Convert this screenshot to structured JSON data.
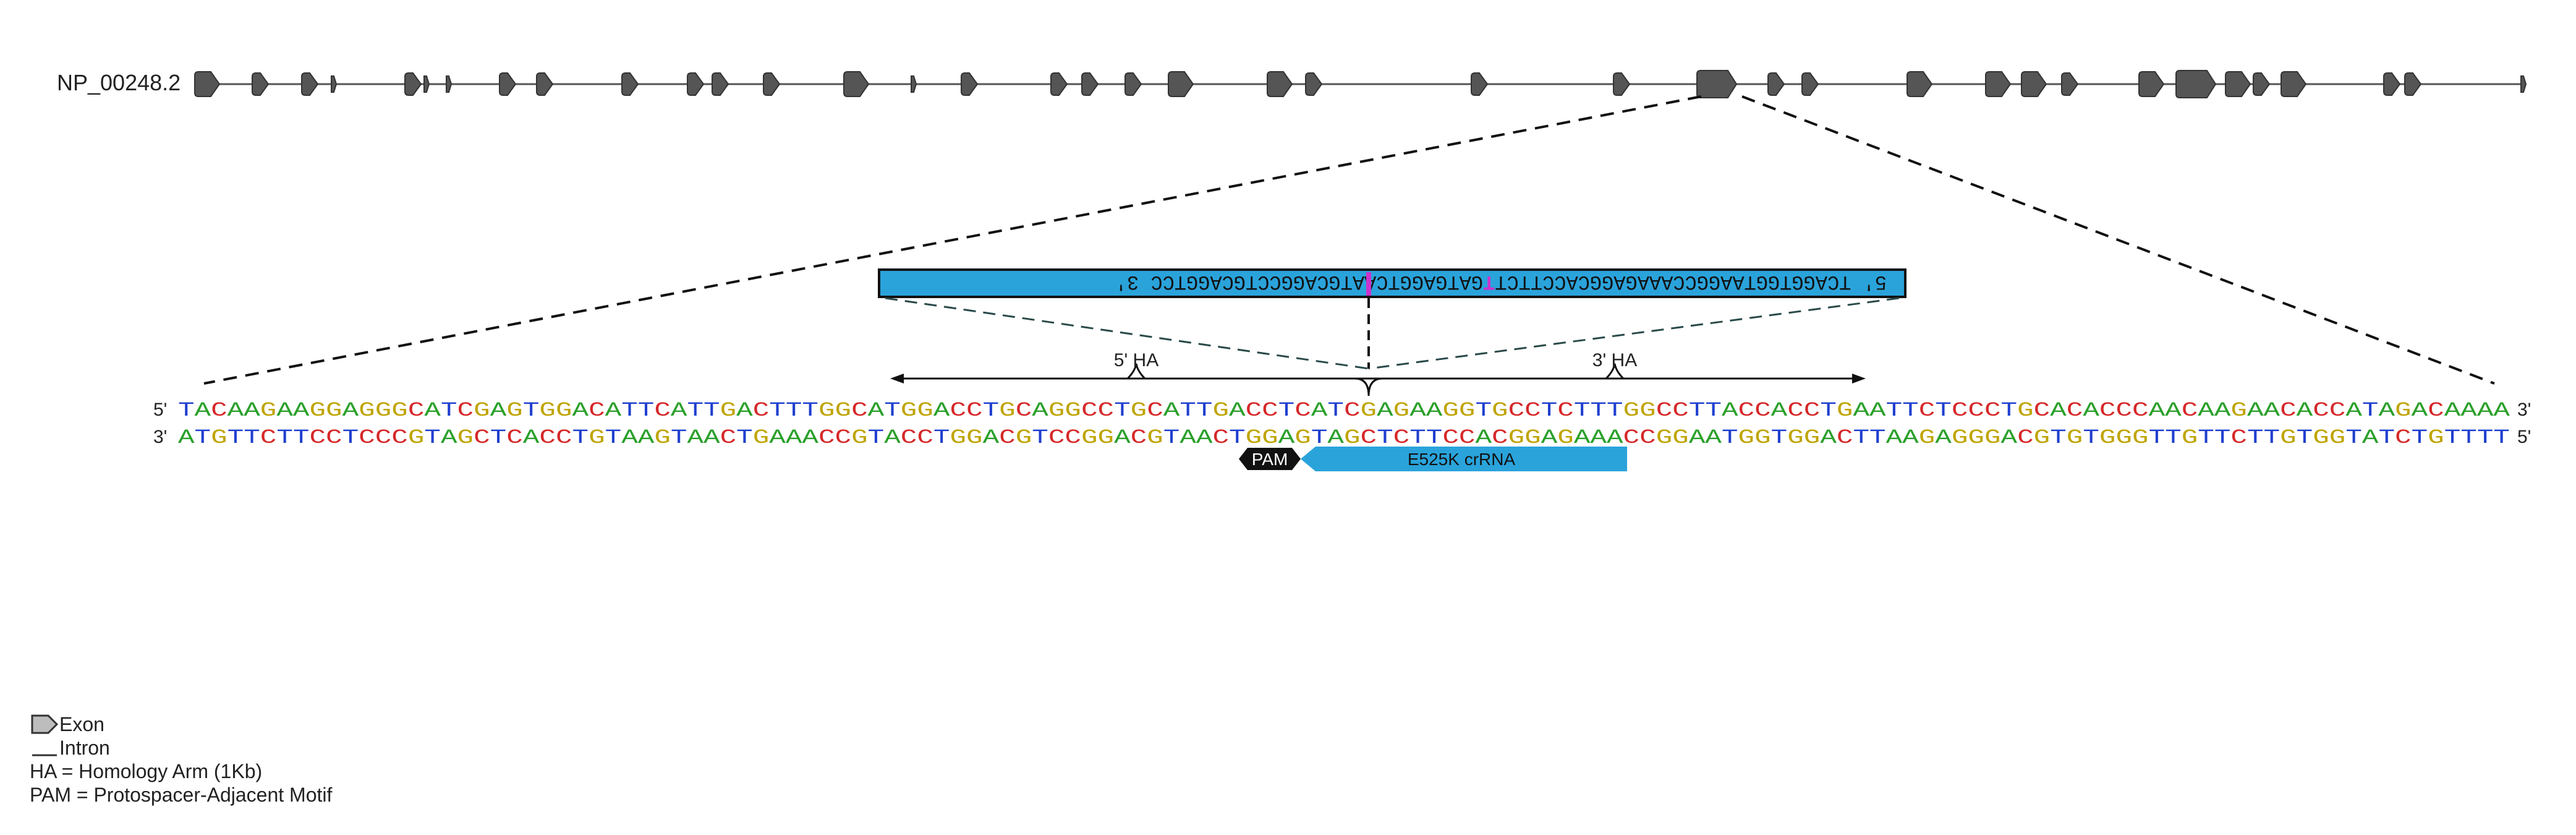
{
  "gene": {
    "name": "NP_00248.2"
  },
  "colors": {
    "exon": "#555555",
    "exon_stroke": "#333333",
    "line": "#555555",
    "A": "#2aa02a",
    "C": "#d62728",
    "G": "#bfa400",
    "T": "#1f3fcf",
    "donor_fill": "#2aa3db",
    "crRNA": "#2aa3db",
    "pam": "#111111",
    "mutation": "#cc33cc"
  },
  "exons": [
    {
      "w": "large"
    },
    {
      "w": "small"
    },
    {
      "w": "small"
    },
    {
      "w": "tiny"
    },
    {
      "w": "small"
    },
    {
      "w": "tiny"
    },
    {
      "w": "tiny"
    },
    {
      "w": "small"
    },
    {
      "w": "small"
    },
    {
      "w": "small"
    },
    {
      "w": "small"
    },
    {
      "w": "small"
    },
    {
      "w": "small"
    },
    {
      "w": "large"
    },
    {
      "w": "tiny"
    },
    {
      "w": "small"
    },
    {
      "w": "small"
    },
    {
      "w": "small"
    },
    {
      "w": "small"
    },
    {
      "w": "large"
    },
    {
      "w": "large"
    },
    {
      "w": "small"
    },
    {
      "w": "small"
    },
    {
      "w": "small"
    },
    {
      "w": "xlarge"
    },
    {
      "w": "small"
    },
    {
      "w": "small"
    },
    {
      "w": "large"
    },
    {
      "w": "large"
    },
    {
      "w": "large"
    },
    {
      "w": "small"
    },
    {
      "w": "large"
    },
    {
      "w": "xlarge"
    },
    {
      "w": "large"
    },
    {
      "w": "small"
    },
    {
      "w": "large"
    },
    {
      "w": "small"
    },
    {
      "w": "small"
    },
    {
      "w": "tiny"
    }
  ],
  "zoom_exon_index": 24,
  "donor": {
    "five_label": "5'",
    "sequence": "TCAGGTGGTAAGGCCAAAGAGGCACCTTCT",
    "mut_base": "T",
    "sequence_after": "GATGAGGTCAATGCAGGCCTGCAGGTCC",
    "three_label": "3'"
  },
  "homology_arms": {
    "left": "5' HA",
    "right": "3' HA"
  },
  "strands": {
    "top": {
      "left": "5'",
      "right": "3'",
      "seq": "TACAAGAAGGAGGGCATCGAGTGGACATTCATTGACTTTGGCATGGACCTGCAGGCCTGCATTGACCTCATCGAGAAGGTGCCTCTTTGGCCTTACCACCTGAATTCTCCCTGCACACCCAACAAGAACACCATAGACAAAA"
    },
    "bottom": {
      "left": "3'",
      "right": "5'",
      "seq": "ATGTTCTTCCTCCCGTAGCTCACCTGTAAGTAACTGAAACCGTACCTGGACGTCCGGACGTAACTGGAGTAGCTCTTCCACGGAGAAACCGGAATGGTGGACTTAAGAGGGACGTGTGGGTTGTTCTTGTGGTATCTGTTTT"
    }
  },
  "pam": {
    "label": "PAM"
  },
  "crRNA": {
    "label": "E525K crRNA"
  },
  "legend": {
    "exon": "Exon",
    "intron": "Intron",
    "ha": "HA = Homology Arm (1Kb)",
    "pam": "PAM = Protospacer-Adjacent Motif"
  }
}
